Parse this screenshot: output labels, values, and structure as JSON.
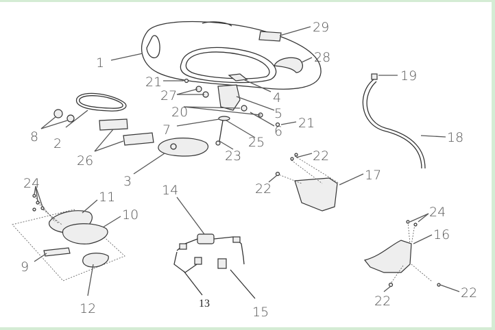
{
  "callouts": {
    "c1": "1",
    "c2": "2",
    "c3": "3",
    "c4": "4",
    "c5": "5",
    "c6": "6",
    "c7": "7",
    "c8": "8",
    "c9": "9",
    "c10": "10",
    "c11": "11",
    "c12": "12",
    "c13": "13",
    "c14": "14",
    "c15": "15",
    "c16": "16",
    "c17": "17",
    "c18": "18",
    "c19": "19",
    "c20": "20",
    "c21a": "21",
    "c21b": "21",
    "c22a": "22",
    "c22b": "22",
    "c22c": "22",
    "c22d": "22",
    "c23": "23",
    "c24a": "24",
    "c24b": "24",
    "c25": "25",
    "c26": "26",
    "c27": "27",
    "c28": "28",
    "c29": "29"
  }
}
